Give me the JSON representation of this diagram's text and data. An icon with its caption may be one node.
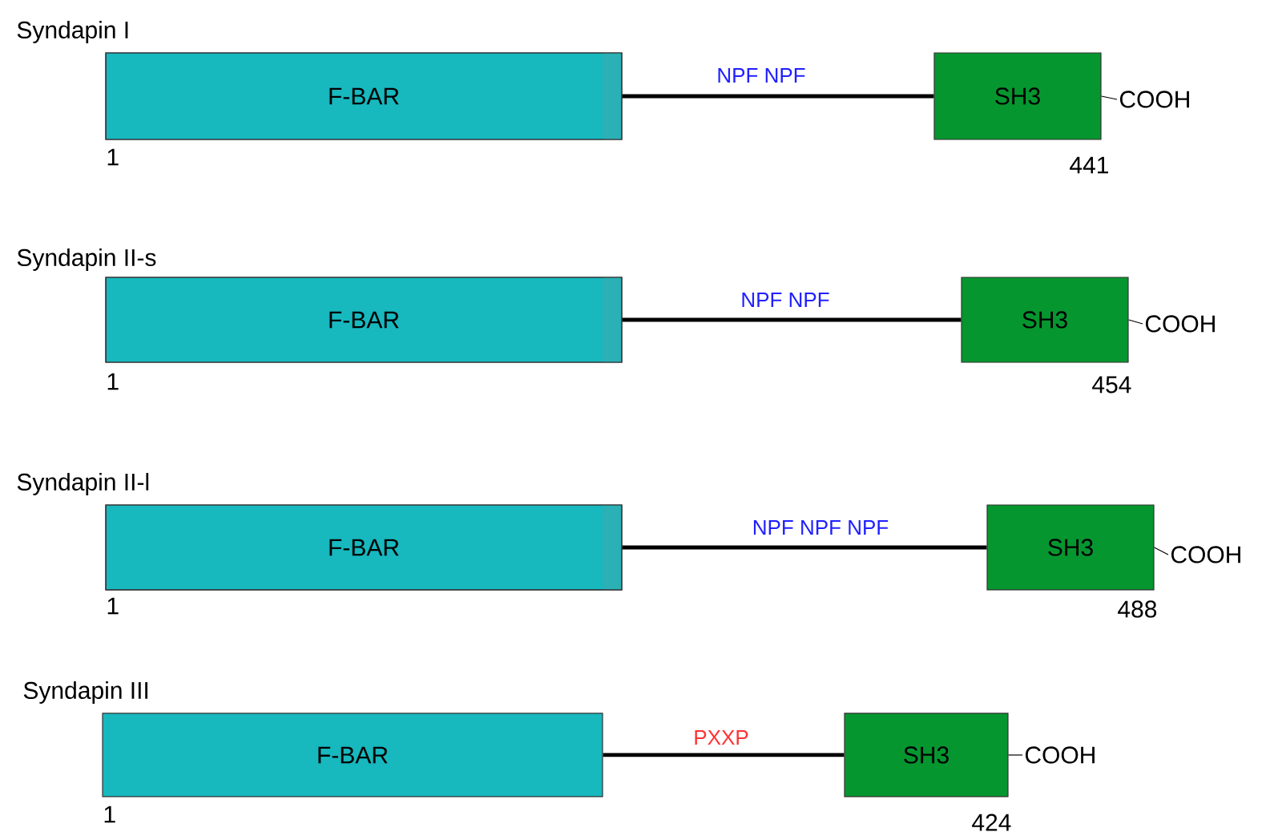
{
  "diagram": {
    "nodes": [
      {
        "text": [
          "F-BAR"
        ]
      },
      {
        "text": [
          "SH3"
        ]
      },
      {
        "text": [
          "COOH"
        ]
      },
      {
        "text": [
          "F-BAR"
        ]
      },
      {
        "text": [
          "SH3"
        ]
      },
      {
        "text": [
          "COOH"
        ]
      },
      {
        "text": [
          "F-BAR"
        ]
      },
      {
        "text": [
          "SH3"
        ]
      },
      {
        "text": [
          "COOH"
        ]
      },
      {
        "text": [
          "F-BAR"
        ]
      },
      {
        "text": [
          "SH3"
        ]
      },
      {
        "text": [
          "COOH"
        ]
      }
    ],
    "edges": [
      {
        "from": 0,
        "to": 1,
        "arrow": "none",
        "style": "thick",
        "label": "NPF NPF"
      },
      {
        "from": 1,
        "to": 2,
        "arrow": "none"
      },
      {
        "from": 3,
        "to": 4,
        "arrow": "none",
        "style": "thick",
        "label": "NPF NPF"
      },
      {
        "from": 4,
        "to": 5,
        "arrow": "none"
      },
      {
        "from": 6,
        "to": 7,
        "arrow": "none",
        "style": "thick",
        "label": "NPF NPF NPF"
      },
      {
        "from": 7,
        "to": 8,
        "arrow": "none"
      },
      {
        "from": 9,
        "to": 10,
        "arrow": "none",
        "style": "thick",
        "label": "PXXP"
      },
      {
        "from": 10,
        "to": 11,
        "arrow": "none"
      }
    ],
    "labels": [
      "Syndapin I",
      "1",
      "441",
      "Syndapin II-s",
      "1",
      "454",
      "Syndapin II-l",
      "1",
      "488",
      "Syndapin III",
      "1",
      "424"
    ]
  }
}
